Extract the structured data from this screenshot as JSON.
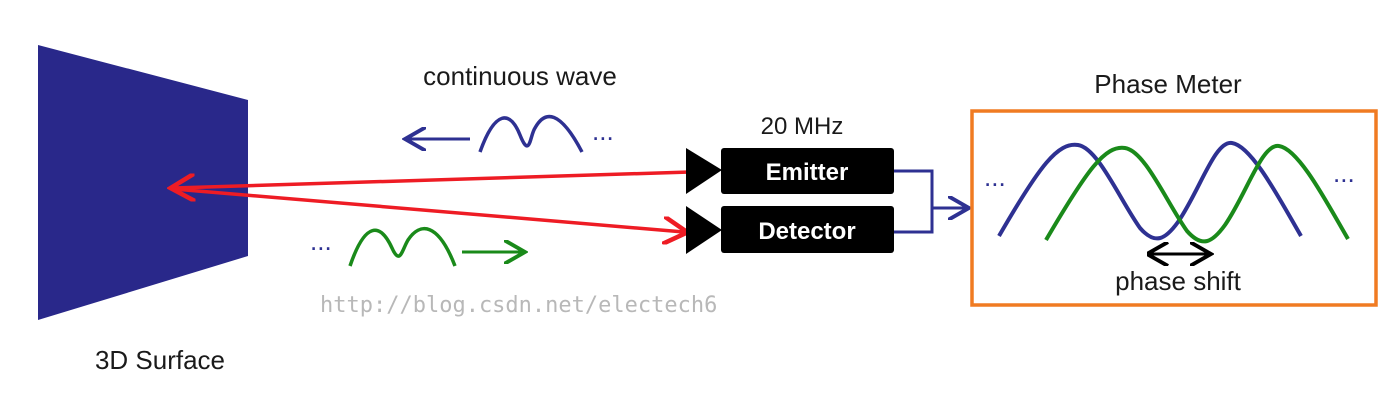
{
  "labels": {
    "continuous_wave": "continuous wave",
    "frequency": "20 MHz",
    "emitter": "Emitter",
    "detector": "Detector",
    "phase_meter": "Phase Meter",
    "phase_shift": "phase shift",
    "surface": "3D Surface",
    "ellipsis": "..."
  },
  "watermark": "http://blog.csdn.net/electech6",
  "colors": {
    "surface": "#29288a",
    "laser": "#ee1c24",
    "outgoing_wave": "#2e3192",
    "returning_wave": "#1a8a1a",
    "meter_border": "#f07b22",
    "box": "#000000"
  }
}
